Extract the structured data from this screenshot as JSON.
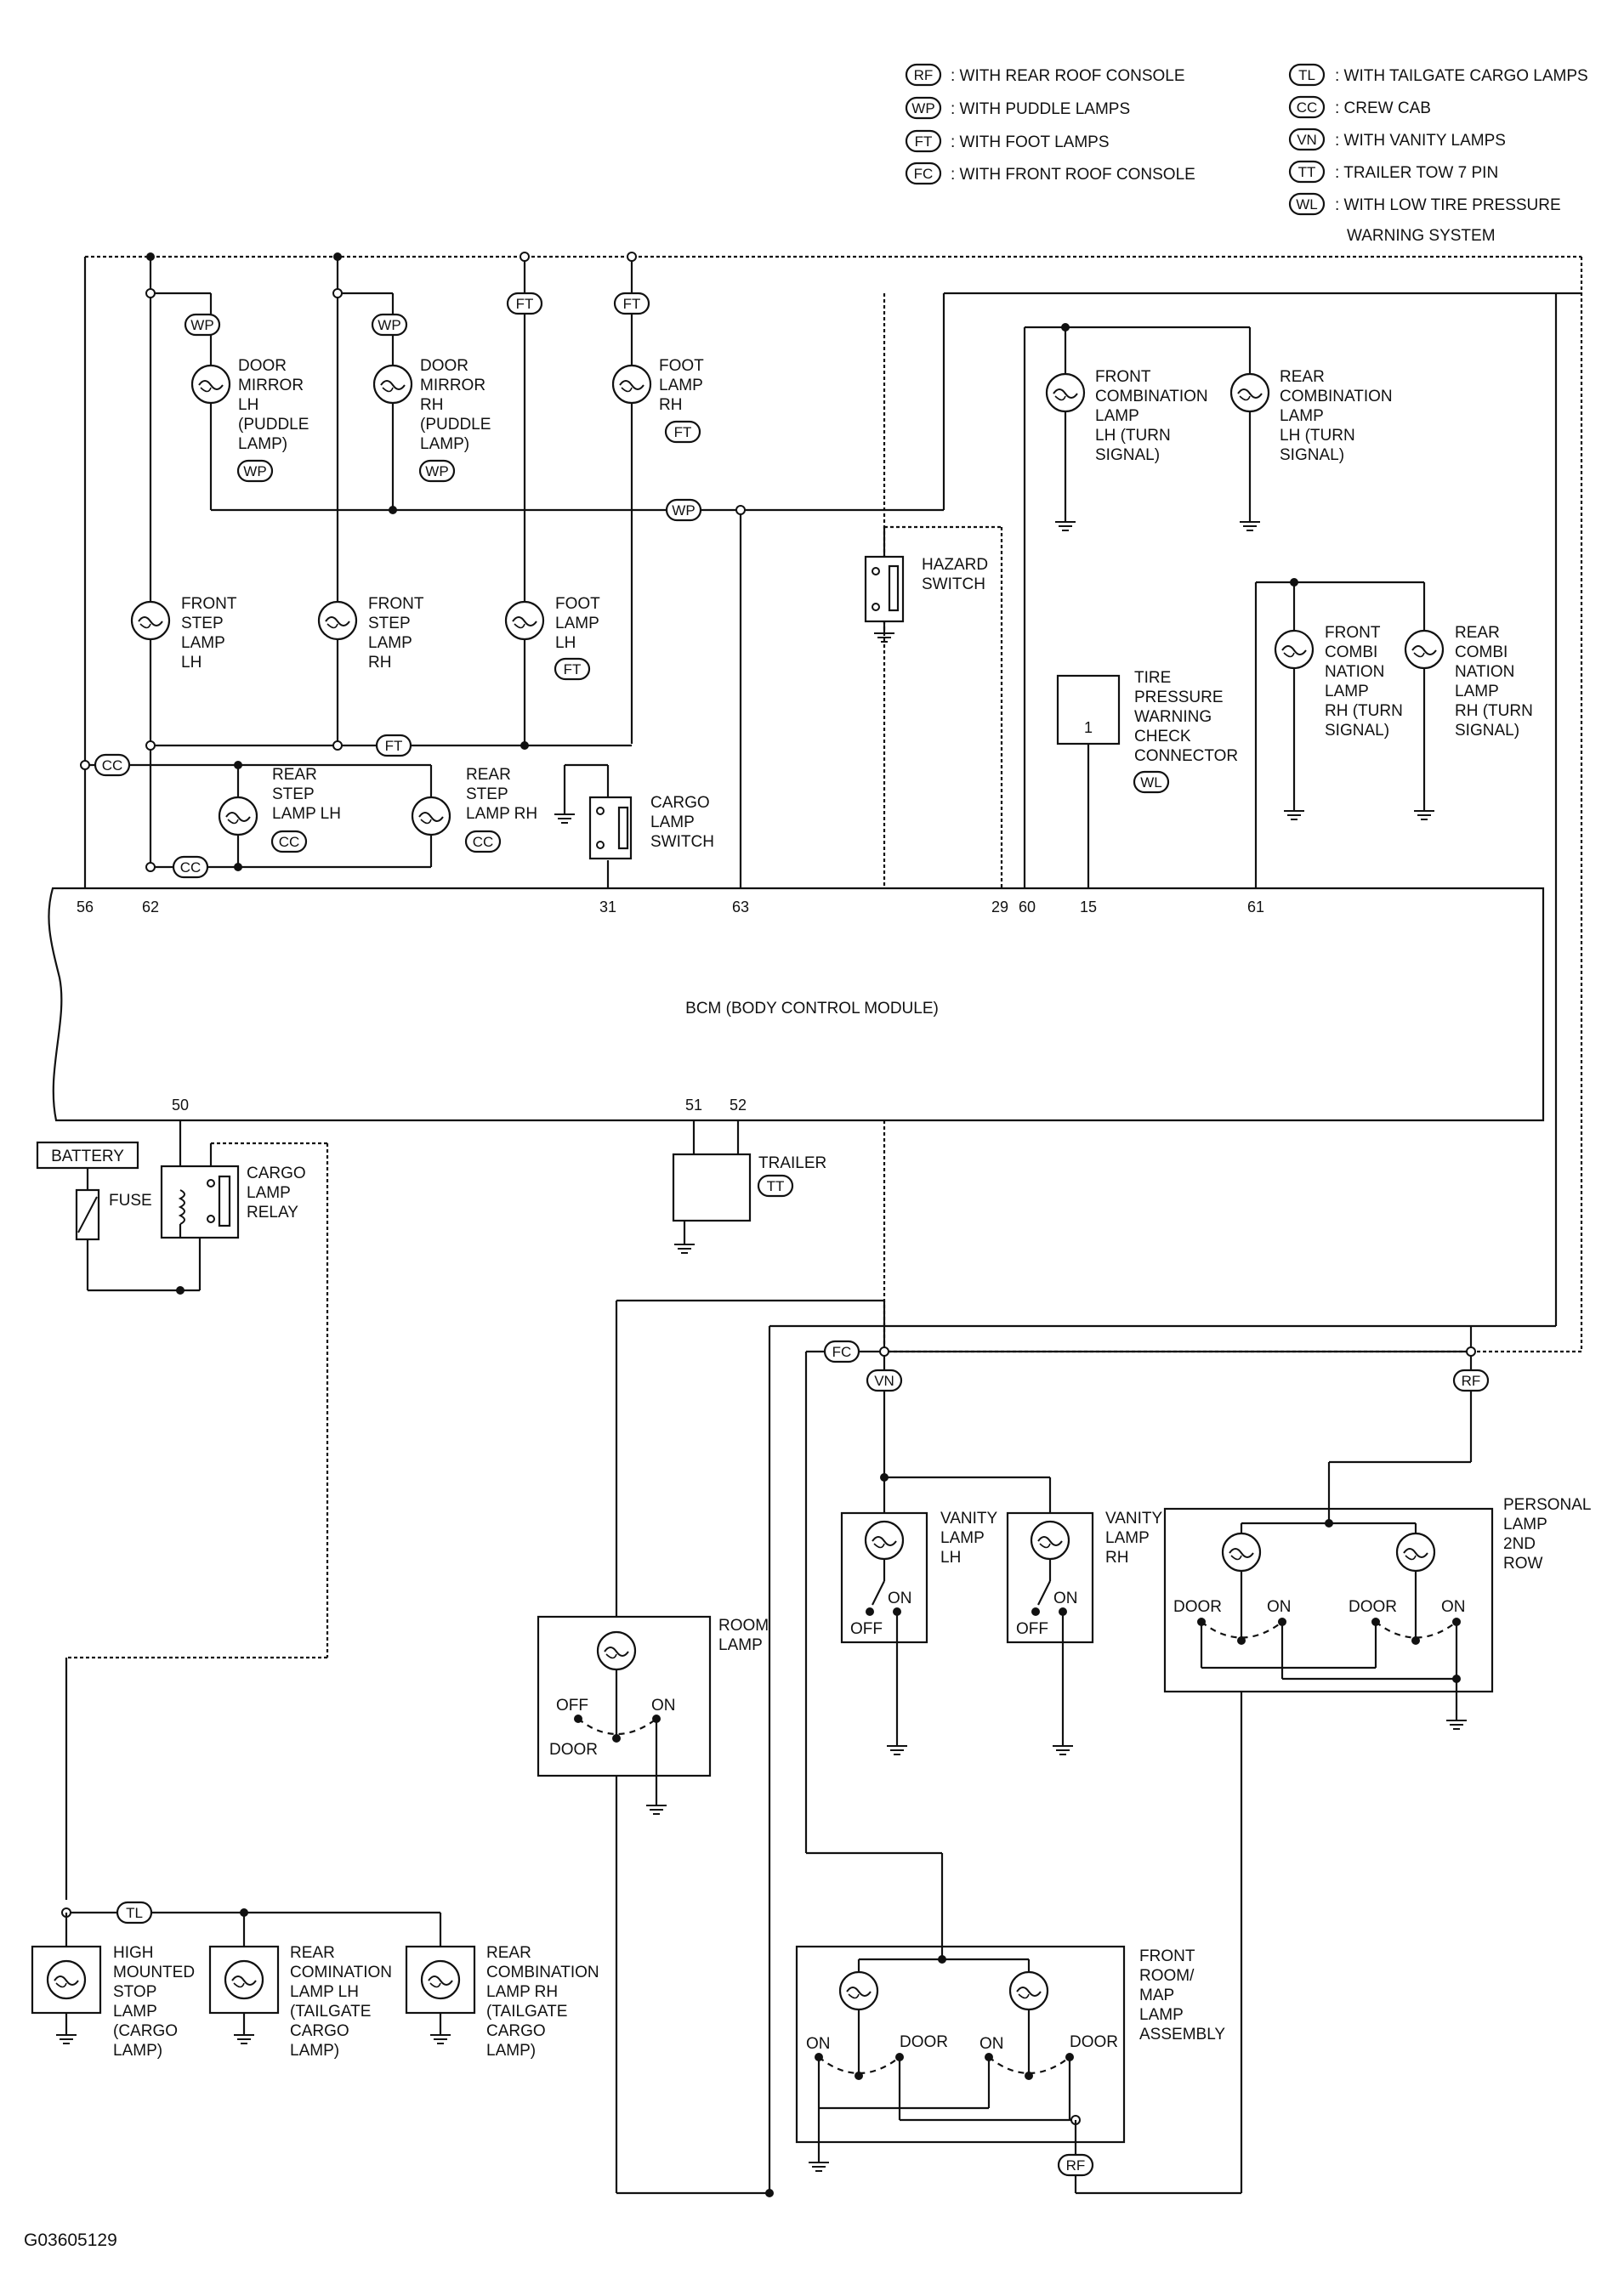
{
  "legend": [
    {
      "code": "RF",
      "text": ": WITH REAR ROOF CONSOLE"
    },
    {
      "code": "WP",
      "text": ": WITH PUDDLE LAMPS"
    },
    {
      "code": "FT",
      "text": ": WITH FOOT LAMPS"
    },
    {
      "code": "FC",
      "text": ": WITH FRONT ROOF CONSOLE"
    },
    {
      "code": "TL",
      "text": ": WITH TAILGATE CARGO LAMPS"
    },
    {
      "code": "CC",
      "text": ": CREW CAB"
    },
    {
      "code": "VN",
      "text": ": WITH VANITY LAMPS"
    },
    {
      "code": "TT",
      "text": ": TRAILER TOW 7 PIN"
    },
    {
      "code": "WL",
      "text": ": WITH LOW TIRE PRESSURE"
    }
  ],
  "legend_cont": "WARNING SYSTEM",
  "bcm": {
    "label": "BCM (BODY CONTROL MODULE)",
    "top_pins": [
      "56",
      "62",
      "31",
      "63",
      "29",
      "60",
      "15",
      "61"
    ],
    "bottom_pins": [
      "50",
      "51",
      "52"
    ]
  },
  "components": {
    "door_mirror_lh": [
      "DOOR",
      "MIRROR",
      "LH",
      "(PUDDLE",
      "LAMP)"
    ],
    "door_mirror_rh": [
      "DOOR",
      "MIRROR",
      "RH",
      "(PUDDLE",
      "LAMP)"
    ],
    "foot_lamp_rh": [
      "FOOT",
      "LAMP",
      "RH"
    ],
    "foot_lamp_lh": [
      "FOOT",
      "LAMP",
      "LH"
    ],
    "front_step_lh": [
      "FRONT",
      "STEP",
      "LAMP",
      "LH"
    ],
    "front_step_rh": [
      "FRONT",
      "STEP",
      "LAMP",
      "RH"
    ],
    "rear_step_lh": [
      "REAR",
      "STEP",
      "LAMP LH"
    ],
    "rear_step_rh": [
      "REAR",
      "STEP",
      "LAMP RH"
    ],
    "cargo_lamp_switch": [
      "CARGO",
      "LAMP",
      "SWITCH"
    ],
    "hazard_switch": [
      "HAZARD",
      "SWITCH"
    ],
    "front_combo_lh": [
      "FRONT",
      "COMBINATION",
      "LAMP",
      "LH (TURN",
      "SIGNAL)"
    ],
    "rear_combo_lh": [
      "REAR",
      "COMBINATION",
      "LAMP",
      "LH (TURN",
      "SIGNAL)"
    ],
    "tire_connector": [
      "TIRE",
      "PRESSURE",
      "WARNING",
      "CHECK",
      "CONNECTOR"
    ],
    "tire_connector_pin": "1",
    "front_combi_rh": [
      "FRONT",
      "COMBI",
      "NATION",
      "LAMP",
      "RH (TURN",
      "SIGNAL)"
    ],
    "rear_combi_rh": [
      "REAR",
      "COMBI",
      "NATION",
      "LAMP",
      "RH (TURN",
      "SIGNAL)"
    ],
    "battery": "BATTERY",
    "fuse": "FUSE",
    "cargo_lamp_relay": [
      "CARGO",
      "LAMP",
      "RELAY"
    ],
    "trailer": "TRAILER",
    "vanity_lh": [
      "VANITY",
      "LAMP",
      "LH"
    ],
    "vanity_rh": [
      "VANITY",
      "LAMP",
      "RH"
    ],
    "personal_lamp": [
      "PERSONAL",
      "LAMP",
      "2ND",
      "ROW"
    ],
    "room_lamp": [
      "ROOM",
      "LAMP"
    ],
    "front_room_map": [
      "FRONT",
      "ROOM/",
      "MAP",
      "LAMP",
      "ASSEMBLY"
    ],
    "high_mount": [
      "HIGH",
      "MOUNTED",
      "STOP",
      "LAMP",
      "(CARGO",
      "LAMP)"
    ],
    "rear_combo_tg_lh": [
      "REAR",
      "COMINATION",
      "LAMP LH",
      "(TAILGATE",
      "CARGO",
      "LAMP)"
    ],
    "rear_combo_tg_rh": [
      "REAR",
      "COMBINATION",
      "LAMP RH",
      "(TAILGATE",
      "CARGO",
      "LAMP)"
    ]
  },
  "switch_words": {
    "on": "ON",
    "off": "OFF",
    "door": "DOOR"
  },
  "figure_id": "G03605129"
}
